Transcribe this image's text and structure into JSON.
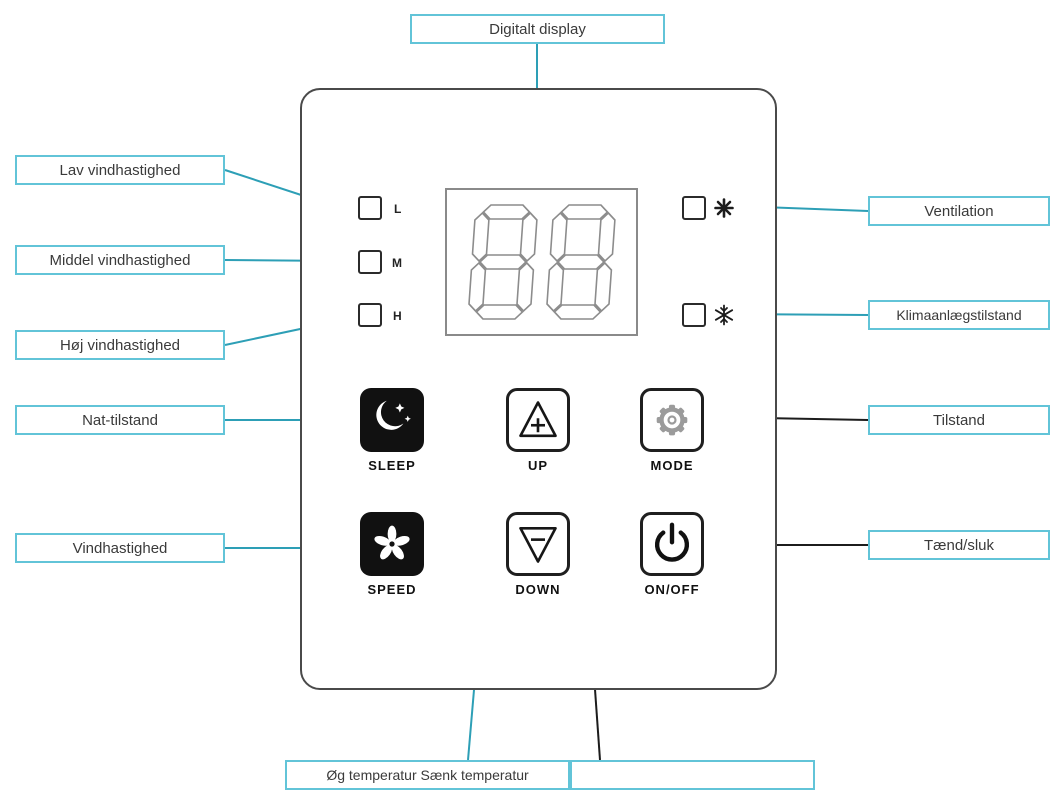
{
  "callouts": {
    "digital_display": "Digitalt display",
    "low_wind": "Lav vindhastighed",
    "mid_wind": "Middel vindhastighed",
    "high_wind": "Høj vindhastighed",
    "night_mode": "Nat-tilstand",
    "wind_speed": "Vindhastighed",
    "ventilation": "Ventilation",
    "ac_mode": "Klimaanlægstilstand",
    "mode": "Tilstand",
    "power": "Tænd/sluk",
    "temp_adjust": "Øg temperatur Sænk temperatur"
  },
  "panel": {
    "display_value": "88",
    "indicators": {
      "low": "L",
      "mid": "M",
      "high": "H"
    },
    "indicator_icons": {
      "top": "fan-asterisk",
      "bottom": "snowflake"
    },
    "buttons": {
      "sleep": {
        "label": "SLEEP",
        "icon": "moon-stars"
      },
      "up": {
        "label": "UP",
        "icon": "triangle-plus"
      },
      "mode": {
        "label": "MODE",
        "icon": "gear"
      },
      "speed": {
        "label": "SPEED",
        "icon": "fan"
      },
      "down": {
        "label": "DOWN",
        "icon": "triangle-minus"
      },
      "power": {
        "label": "ON/OFF",
        "icon": "power"
      }
    }
  },
  "colors": {
    "callout_border": "#62c4d8",
    "line_teal": "#2d9fb6",
    "line_dark": "#1c1c1c",
    "dot": "#1d2a4d",
    "button_solid": "#111111"
  }
}
